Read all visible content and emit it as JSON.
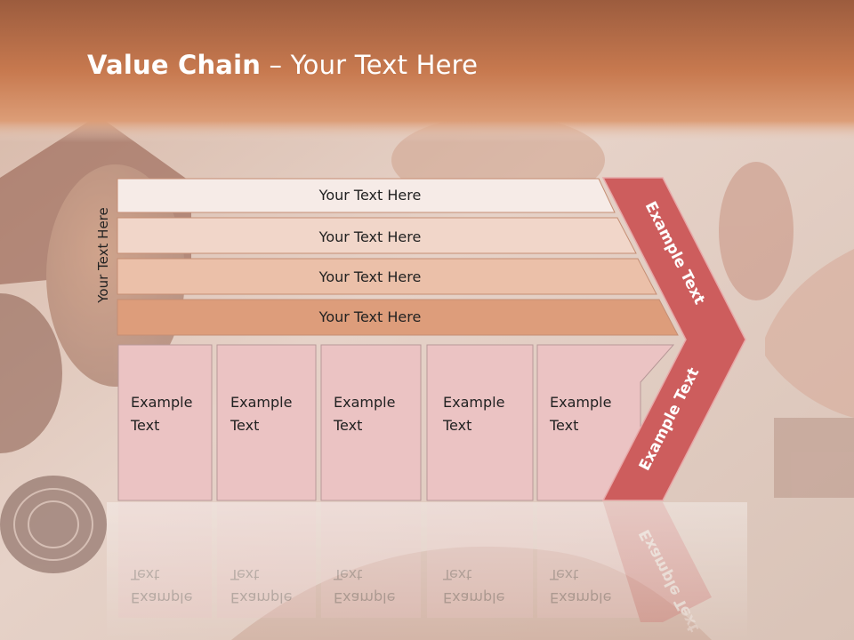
{
  "title": {
    "bold": "Value Chain",
    "rest": " – Your Text Here"
  },
  "side_label": "Your Text Here",
  "rows": [
    {
      "label": "Your Text Here",
      "fill": "#f6ebe7"
    },
    {
      "label": "Your Text Here",
      "fill": "#f1d6c9"
    },
    {
      "label": "Your Text Here",
      "fill": "#ebc0a9"
    },
    {
      "label": "Your Text Here",
      "fill": "#dd9d7b"
    }
  ],
  "columns": [
    {
      "line1": "Example",
      "line2": "Text"
    },
    {
      "line1": "Example",
      "line2": "Text"
    },
    {
      "line1": "Example",
      "line2": "Text"
    },
    {
      "line1": "Example",
      "line2": "Text"
    },
    {
      "line1": "Example",
      "line2": "Text"
    }
  ],
  "chevron": {
    "upper": "Example Text",
    "lower": "Example Text",
    "color": "#cd5d5d"
  },
  "colors": {
    "header": "#c97a55",
    "column_fill": "#ebc3c3",
    "column_border": "#b89898"
  }
}
